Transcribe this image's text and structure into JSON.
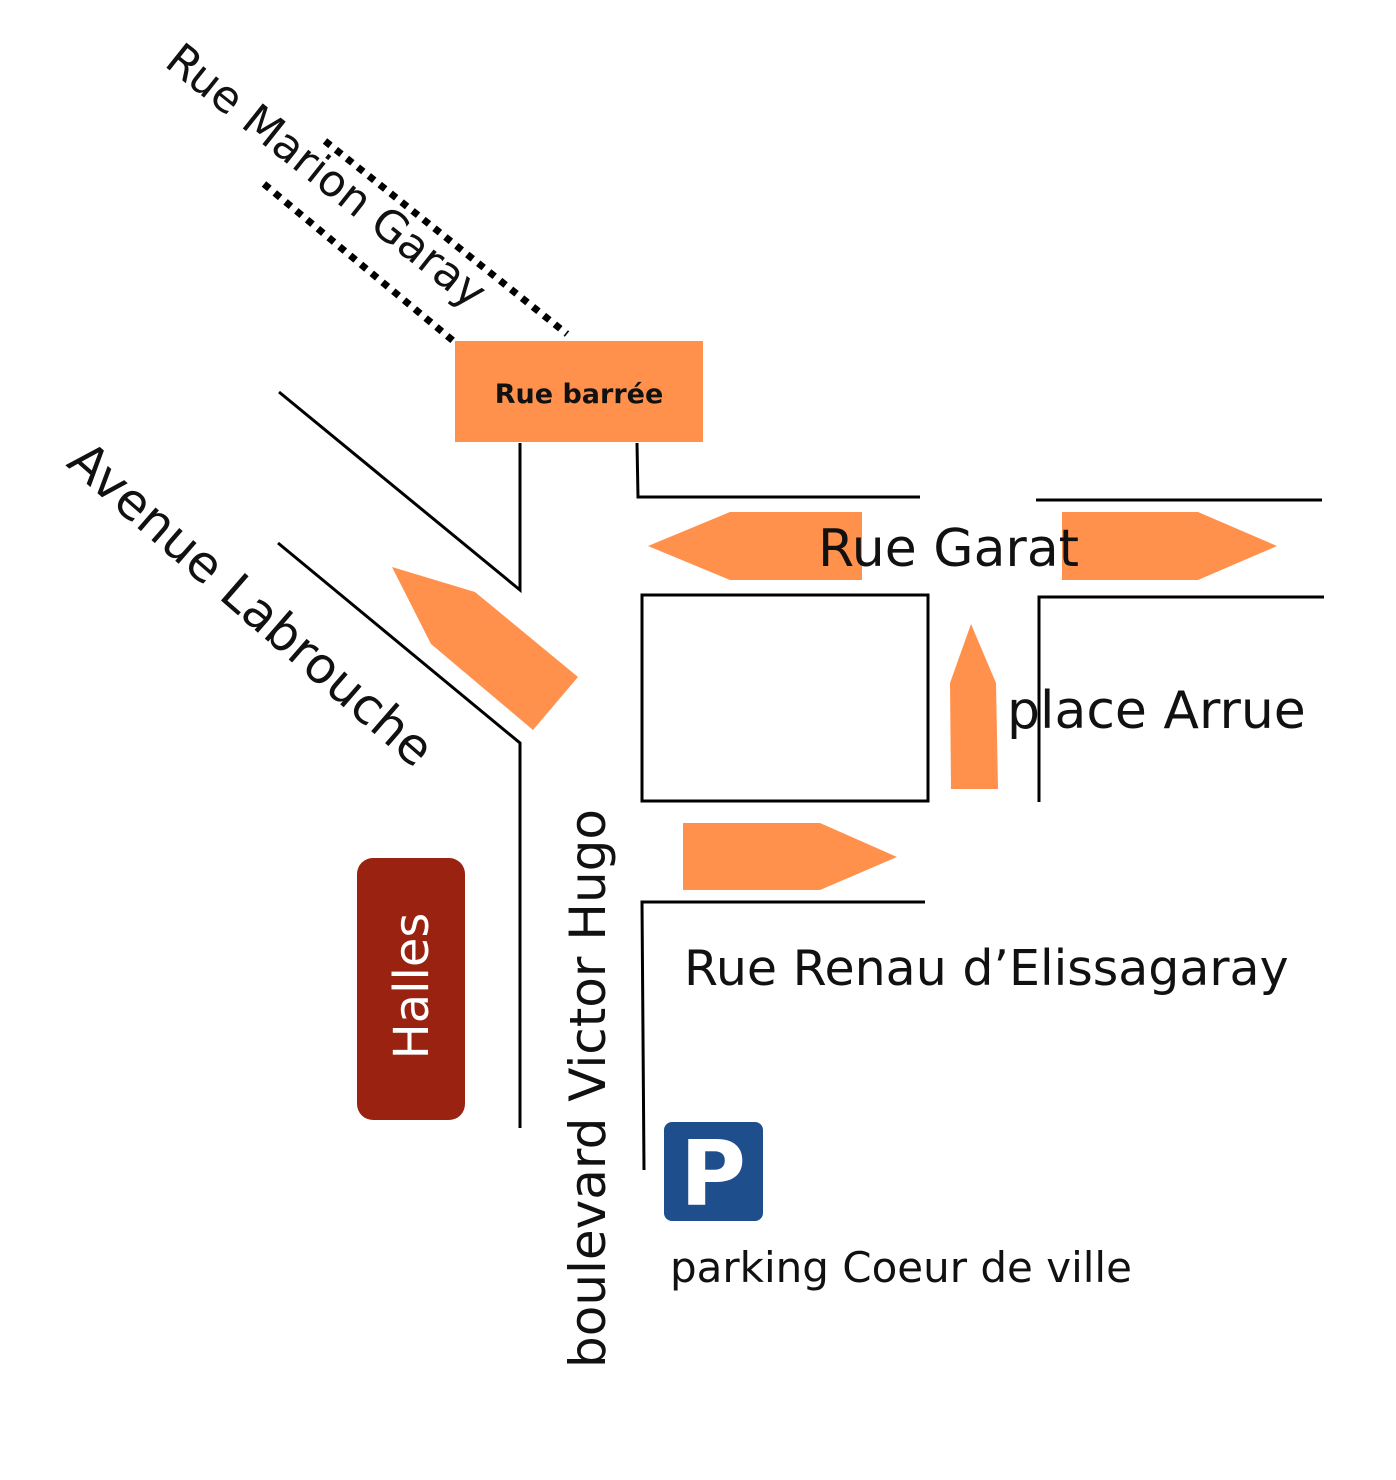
{
  "colors": {
    "arrow": "#FF914D",
    "closed_sign": "#FF914D",
    "halles": "#9A2210",
    "parking": "#1F4E8C",
    "street": "#000000"
  },
  "streets": {
    "rue_marion_garay": "Rue Marion Garay",
    "avenue_labrouche": "Avenue Labrouche",
    "rue_garat": "Rue Garat",
    "place_arrue": "place Arrue",
    "boulevard_victor_hugo": "boulevard Victor Hugo",
    "rue_renau": "Rue Renau d’Elissagaray"
  },
  "signs": {
    "road_closed": "Rue barrée",
    "halles": "Halles",
    "parking_symbol": "P",
    "parking_name": "parking Coeur de ville"
  },
  "icons": {
    "parking": "parking-icon"
  }
}
